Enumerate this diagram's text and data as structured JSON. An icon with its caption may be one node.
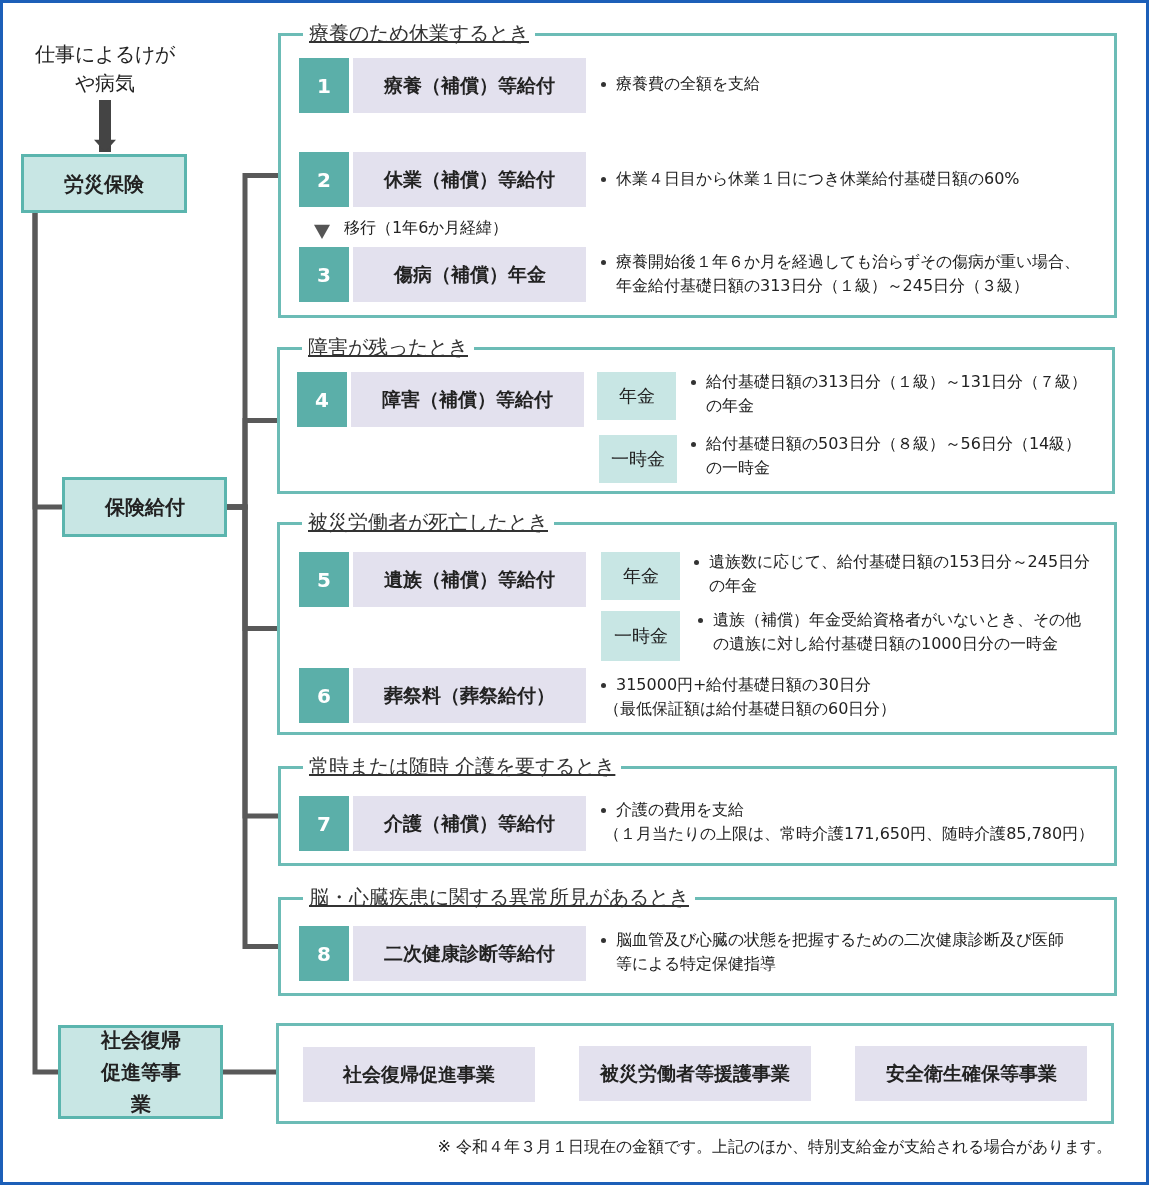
{
  "diagram": {
    "nodes": [
      {
        "text": [
          "仕事によるけがや病気"
        ]
      },
      {
        "text": [
          "労災保険"
        ]
      },
      {
        "text": [
          "保険給付"
        ]
      },
      {
        "text": [
          "社会復帰促進等事業"
        ]
      },
      {
        "text": [
          "療養のため休業するとき"
        ]
      },
      {
        "text": [
          "1",
          "療養（補償）等給付"
        ],
        "in": 4,
        "beside": [
          "療養費の全額を支給"
        ]
      },
      {
        "text": [
          "2",
          "休業（補償）等給付"
        ],
        "in": 4,
        "beside": [
          "休業４日目から休業１日につき休業給付基礎日額の60%"
        ]
      },
      {
        "text": [
          "3",
          "傷病（補償）年金"
        ],
        "in": 4,
        "beside": [
          "療養開始後１年６か月を経過しても治らずその傷病が重い場合、年金給付基礎日額の313日分（１級）～245日分（３級）"
        ]
      },
      {
        "text": [
          "障害が残ったとき"
        ]
      },
      {
        "text": [
          "4",
          "障害（補償）等給付"
        ],
        "in": 8
      },
      {
        "text": [
          "年金"
        ],
        "in": 8,
        "beside": [
          "給付基礎日額の313日分（１級）～131日分（７級）の年金"
        ]
      },
      {
        "text": [
          "一時金"
        ],
        "in": 8,
        "beside": [
          "給付基礎日額の503日分（８級）～56日分（14級）の一時金"
        ]
      },
      {
        "text": [
          "被災労働者が死亡したとき"
        ]
      },
      {
        "text": [
          "5",
          "遺族（補償）等給付"
        ],
        "in": 12
      },
      {
        "text": [
          "年金"
        ],
        "in": 12,
        "beside": [
          "遺族数に応じて、給付基礎日額の153日分～245日分の年金"
        ]
      },
      {
        "text": [
          "一時金"
        ],
        "in": 12,
        "beside": [
          "遺族（補償）年金受給資格者がいないとき、その他の遺族に対し給付基礎日額の1000日分の一時金"
        ]
      },
      {
        "text": [
          "6",
          "葬祭料（葬祭給付）"
        ],
        "in": 12,
        "beside": [
          "315000円+給付基礎日額の30日分",
          "（最低保証額は給付基礎日額の60日分）"
        ]
      },
      {
        "text": [
          "常時または随時 介護を要するとき"
        ]
      },
      {
        "text": [
          "7",
          "介護（補償）等給付"
        ],
        "in": 17,
        "beside": [
          "介護の費用を支給",
          "（１月当たりの上限は、常時介護171,650円、随時介護85,780円）"
        ]
      },
      {
        "text": [
          "脳・心臓疾患に関する異常所見があるとき"
        ]
      },
      {
        "text": [
          "8",
          "二次健康診断等給付"
        ],
        "in": 19,
        "beside": [
          "脳血管及び心臓の状態を把握するための二次健康診断及び医師等による特定保健指導"
        ]
      },
      {
        "text": [],
        "shape": "box"
      },
      {
        "text": [
          "社会復帰促進事業"
        ],
        "in": 21
      },
      {
        "text": [
          "被災労働者等援護事業"
        ],
        "in": 21
      },
      {
        "text": [
          "安全衛生確保等事業"
        ],
        "in": 21
      }
    ],
    "edges": [
      {
        "from": 0,
        "to": 1,
        "arrow": "to",
        "style": "thick"
      },
      {
        "from": 1,
        "to": 2,
        "arrow": "none"
      },
      {
        "from": 1,
        "to": 3,
        "arrow": "none"
      },
      {
        "from": 2,
        "to": 4,
        "arrow": "none"
      },
      {
        "from": 2,
        "to": 8,
        "arrow": "none"
      },
      {
        "from": 2,
        "to": 12,
        "arrow": "none"
      },
      {
        "from": 2,
        "to": 17,
        "arrow": "none"
      },
      {
        "from": 2,
        "to": 19,
        "arrow": "none"
      },
      {
        "from": 3,
        "to": 21,
        "arrow": "none"
      },
      {
        "from": 6,
        "to": 7,
        "arrow": "to",
        "label": "移行（1年6か月経緯）"
      }
    ],
    "labels": [
      "※ 令和４年３月１日現在の金額です。上記のほか、特別支給金が支給される場合があります。"
    ]
  }
}
